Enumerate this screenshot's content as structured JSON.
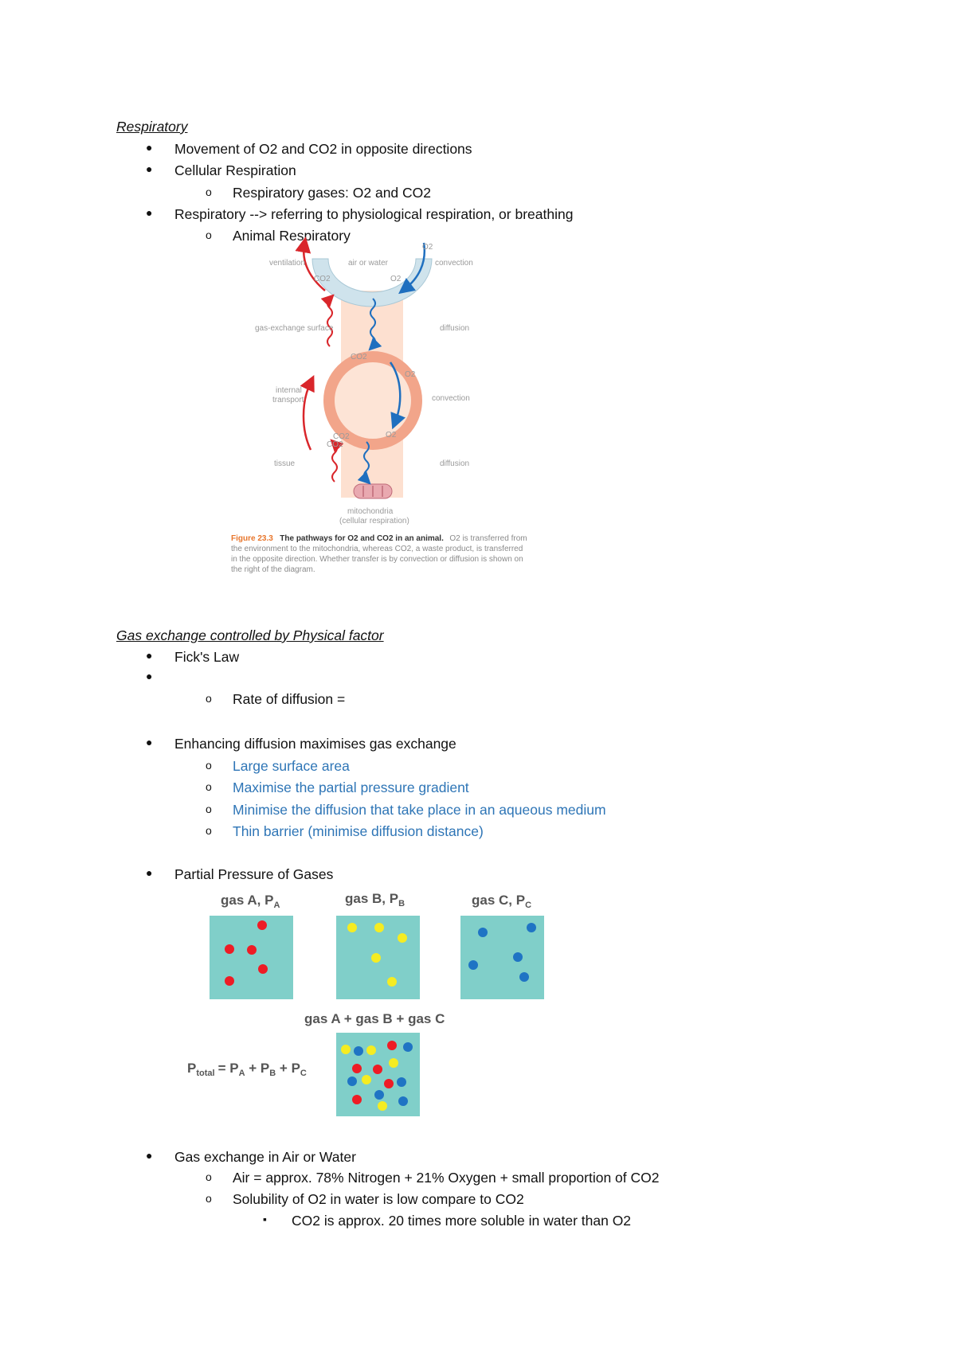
{
  "section1": {
    "heading": "Respiratory ",
    "items": [
      "Movement of O2 and CO2 in opposite directions",
      "Cellular Respiration",
      "Respiratory gases: O2 and CO2",
      "Respiratory --> referring to physiological respiration, or breathing",
      "Animal Respiratory"
    ]
  },
  "figure": {
    "labels": {
      "ventilation": "ventilation",
      "air_or_water": "air or water",
      "convection_top": "convection",
      "gas_exchange_surface": "gas-exchange surface",
      "diffusion_top": "diffusion",
      "internal_transport_1": "internal",
      "internal_transport_2": "transport",
      "convection_mid": "convection",
      "tissue": "tissue",
      "diffusion_bottom": "diffusion",
      "mitochondria_1": "mitochondria",
      "mitochondria_2": "(cellular respiration)",
      "o2": "O2",
      "co2": "CO2"
    },
    "caption": {
      "number": "Figure 23.3",
      "title": "The pathways for O2 and CO2 in an animal.",
      "line1_rest": "O2 is transferred from",
      "line2": "the environment to the mitochondria, whereas CO2, a waste product, is transferred",
      "line3": "in the opposite direction. Whether transfer is by convection or diffusion is shown on",
      "line4": "the right of the diagram."
    },
    "colors": {
      "red": "#d9262b",
      "blue": "#1f6fbf",
      "light_blue": "#cfe3ec",
      "salmon": "#f2a58a",
      "peach": "#fde0d0"
    }
  },
  "section2": {
    "heading": "Gas exchange controlled by Physical factor ",
    "items": {
      "ficks_law": "Fick's Law",
      "rate": "Rate of diffusion =",
      "enhancing": "Enhancing diffusion maximises gas exchange",
      "blue_items": [
        "Large surface area",
        "Maximise the partial pressure gradient",
        "Minimise the diffusion that take place in an aqueous medium",
        "Thin barrier (minimise diffusion distance)"
      ],
      "partial": "Partial Pressure of Gases",
      "gas_exchange": "Gas exchange in Air or Water",
      "air": "Air = approx. 78% Nitrogen + 21% Oxygen + small proportion of CO2",
      "solubility": "Solubility of O2 in water is low compare to CO2",
      "co2_soluble": "CO2 is approx. 20 times more soluble in water than O2"
    }
  },
  "gas_figure": {
    "gas_a": "gas A, P",
    "gas_a_sub": "A",
    "gas_b": "gas B, P",
    "gas_b_sub": "B",
    "gas_c": "gas C, P",
    "gas_c_sub": "C",
    "combined": "gas A + gas B + gas C",
    "ptotal": "P",
    "ptotal_sub": "total",
    "eq_rest": "= P",
    "colors": {
      "box": "#80cfc9",
      "red": "#ee1c25",
      "yellow": "#f5ec22",
      "blue": "#1f74c4"
    }
  },
  "bullets": {
    "disc": "●",
    "circle": "o",
    "square": "▪"
  }
}
